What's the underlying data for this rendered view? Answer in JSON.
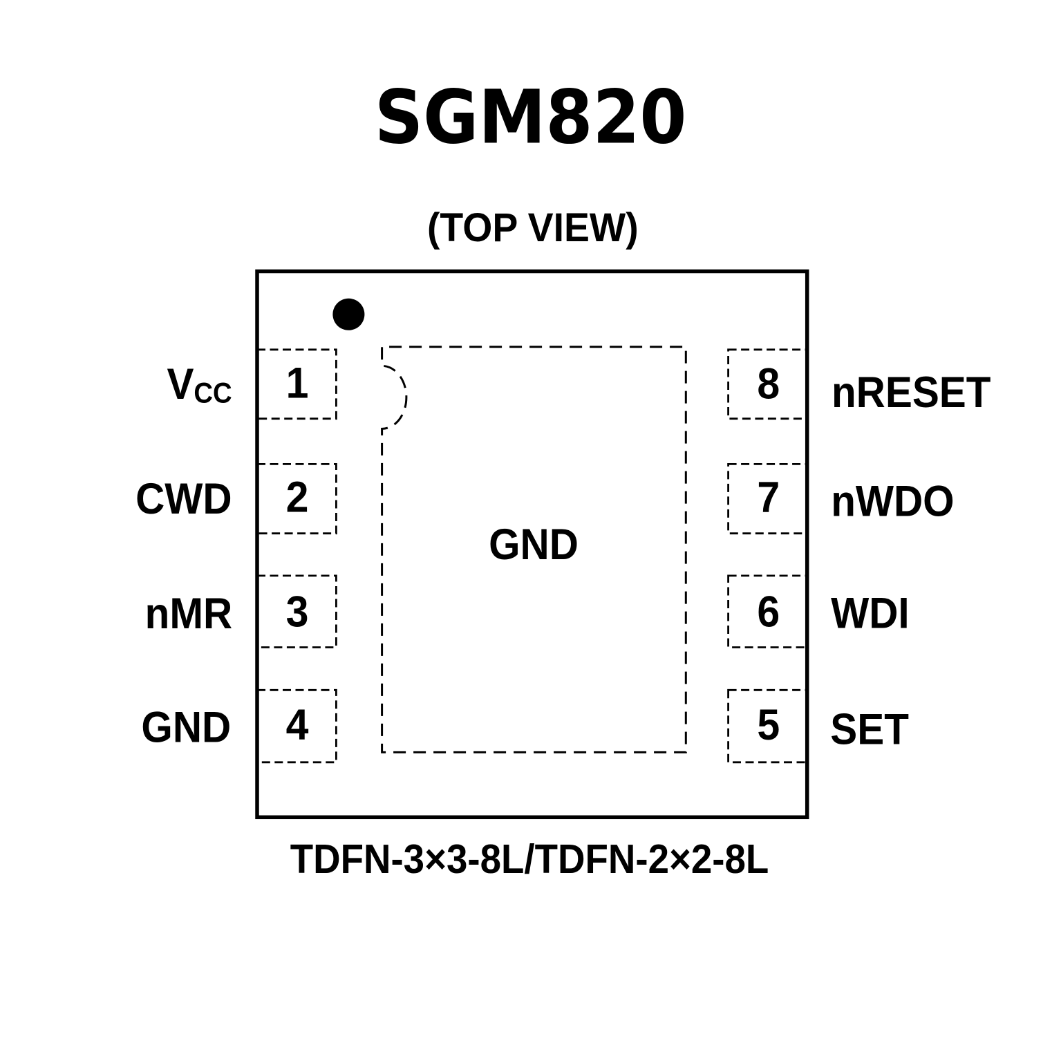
{
  "title": "SGM820",
  "view_label": "(TOP VIEW)",
  "package_caption": "TDFN-3×3-8L/TDFN-2×2-8L",
  "center_pad_label": "GND",
  "colors": {
    "ink": "#000000",
    "background": "#ffffff"
  },
  "pins": {
    "left": [
      {
        "number": "1",
        "label_main": "V",
        "label_sub": "CC"
      },
      {
        "number": "2",
        "label": "CWD"
      },
      {
        "number": "3",
        "label": "nMR"
      },
      {
        "number": "4",
        "label": "GND"
      }
    ],
    "right": [
      {
        "number": "8",
        "label": "nRESET"
      },
      {
        "number": "7",
        "label": "nWDO"
      },
      {
        "number": "6",
        "label": "WDI"
      },
      {
        "number": "5",
        "label": "SET"
      }
    ]
  }
}
